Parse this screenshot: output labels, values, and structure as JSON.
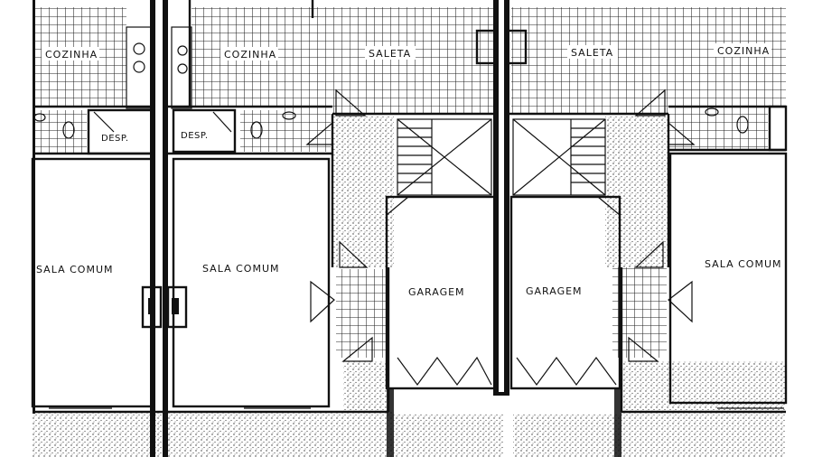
{
  "labels": {
    "kitchen": "COZINHA",
    "saleta": "SALETA",
    "pantry": "DESP.",
    "living": "SALA COMUM",
    "garage": "GARAGEM"
  }
}
